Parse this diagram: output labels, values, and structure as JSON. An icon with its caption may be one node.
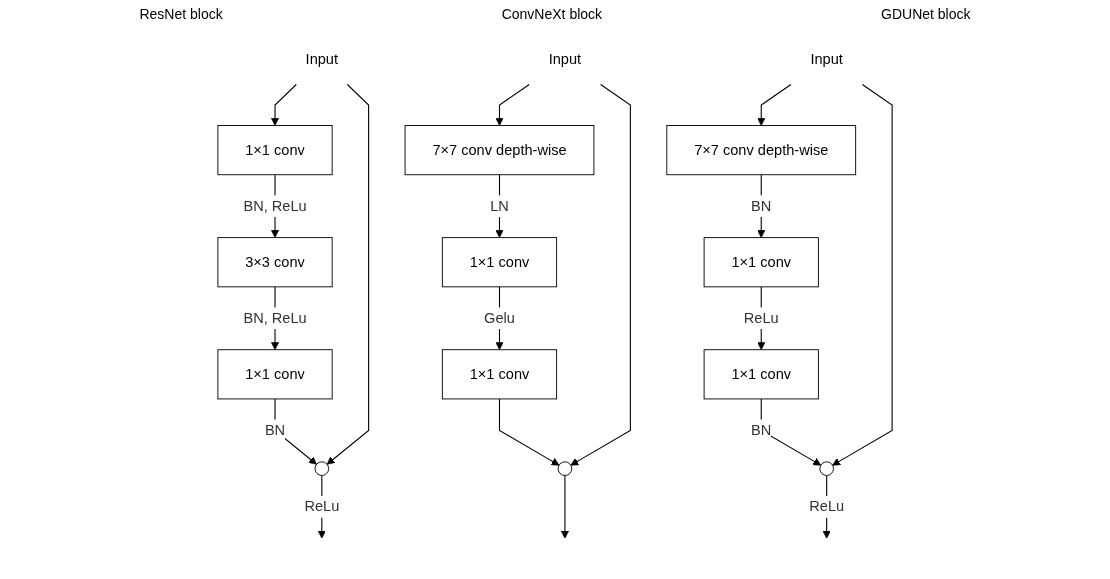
{
  "diagram": {
    "nodes": [
      {
        "text": [
          "Input"
        ]
      },
      {
        "text": [
          "1×1 conv"
        ]
      },
      {
        "text": [
          "3×3 conv"
        ]
      },
      {
        "text": [
          "1×1 conv"
        ]
      },
      {
        "text": [],
        "shape": "circle"
      },
      {
        "text": [
          "Input"
        ]
      },
      {
        "text": [
          "7×7 conv depth-wise"
        ]
      },
      {
        "text": [
          "1×1 conv"
        ]
      },
      {
        "text": [
          "1×1 conv"
        ]
      },
      {
        "text": [],
        "shape": "circle"
      },
      {
        "text": [
          "Input"
        ]
      },
      {
        "text": [
          "7×7 conv depth-wise"
        ]
      },
      {
        "text": [
          "1×1 conv"
        ]
      },
      {
        "text": [
          "1×1 conv"
        ]
      },
      {
        "text": [],
        "shape": "circle"
      }
    ],
    "edges": [
      {
        "from": 0,
        "to": 1,
        "arrow": "to"
      },
      {
        "from": 1,
        "to": 2,
        "arrow": "to",
        "label": "BN, ReLu"
      },
      {
        "from": 2,
        "to": 3,
        "arrow": "to",
        "label": "BN, ReLu"
      },
      {
        "from": 3,
        "to": 4,
        "arrow": "to",
        "label": "BN"
      },
      {
        "from": 0,
        "to": 4,
        "arrow": "to"
      },
      {
        "from": 4,
        "to": null,
        "arrow": "to",
        "label": "ReLu"
      },
      {
        "from": 5,
        "to": 6,
        "arrow": "to"
      },
      {
        "from": 6,
        "to": 7,
        "arrow": "to",
        "label": "LN"
      },
      {
        "from": 7,
        "to": 8,
        "arrow": "to",
        "label": "Gelu"
      },
      {
        "from": 8,
        "to": 9,
        "arrow": "to"
      },
      {
        "from": 5,
        "to": 9,
        "arrow": "to"
      },
      {
        "from": 9,
        "to": null,
        "arrow": "to"
      },
      {
        "from": 10,
        "to": 11,
        "arrow": "to"
      },
      {
        "from": 11,
        "to": 12,
        "arrow": "to",
        "label": "BN"
      },
      {
        "from": 12,
        "to": 13,
        "arrow": "to",
        "label": "ReLu"
      },
      {
        "from": 13,
        "to": 14,
        "arrow": "to",
        "label": "BN"
      },
      {
        "from": 10,
        "to": 14,
        "arrow": "to"
      },
      {
        "from": 14,
        "to": null,
        "arrow": "to",
        "label": "ReLu"
      }
    ],
    "labels": [
      "ResNet block",
      "ConvNeXt block",
      "GDUNet block"
    ]
  }
}
